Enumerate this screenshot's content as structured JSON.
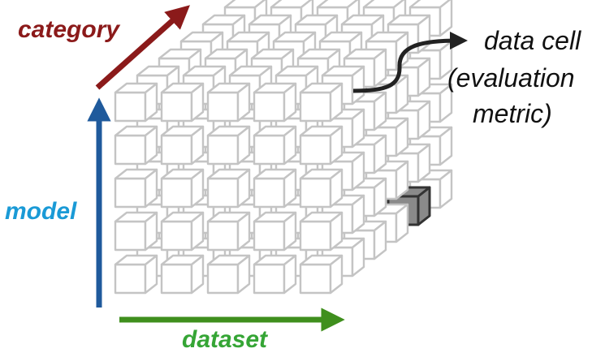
{
  "axes": {
    "category": {
      "label": "category",
      "color": "#8b1a1a"
    },
    "model": {
      "label": "model",
      "color": "#1a9ad6"
    },
    "dataset": {
      "label": "dataset",
      "color": "#35a535"
    }
  },
  "callout": {
    "title": "data cell",
    "line1": "(evaluation",
    "line2": "metric)"
  },
  "colors": {
    "cube_stroke": "#c4c4c4",
    "cube_fill": "#ffffff",
    "highlight_fill": "#8a8a8a",
    "highlight_stroke": "#333333",
    "arrow_dark": "#222222"
  },
  "grid": {
    "dataset_count": 5,
    "model_count": 5,
    "category_count": 6,
    "highlight": {
      "dataset": 4,
      "model": 0,
      "category": 4
    }
  }
}
